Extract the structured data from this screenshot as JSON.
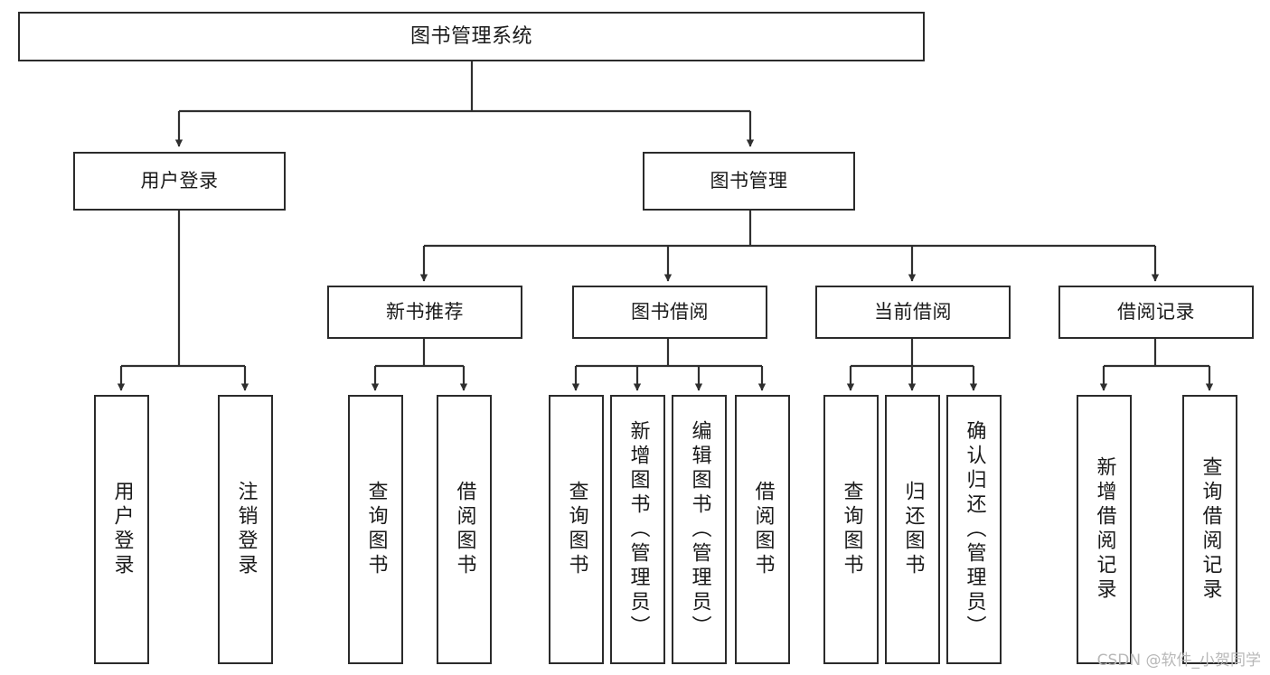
{
  "diagram": {
    "title": "图书管理系统",
    "type": "tree-hierarchy-chart",
    "watermark": "CSDN @软件_小贺同学",
    "colors": {
      "box_border": "#2b2b2b",
      "box_fill": "#ffffff",
      "edge": "#2f2f2f",
      "text": "#1a1a1a",
      "watermark": "#b8b8b8",
      "background": "#ffffff"
    }
  },
  "nodes": {
    "root": {
      "label": "图书管理系统"
    },
    "level2": [
      {
        "label": "用户登录"
      },
      {
        "label": "图书管理"
      }
    ],
    "level3": [
      {
        "label": "新书推荐"
      },
      {
        "label": "图书借阅"
      },
      {
        "label": "当前借阅"
      },
      {
        "label": "借阅记录"
      }
    ],
    "leaves": {
      "user_login": [
        {
          "label": "用户登录"
        },
        {
          "label": "注销登录"
        }
      ],
      "new_book_recommend": [
        {
          "label": "查询图书"
        },
        {
          "label": "借阅图书"
        }
      ],
      "book_borrow": [
        {
          "label": "查询图书"
        },
        {
          "label": "新增图书（管理员）"
        },
        {
          "label": "编辑图书（管理员）"
        },
        {
          "label": "借阅图书"
        }
      ],
      "current_borrow": [
        {
          "label": "查询图书"
        },
        {
          "label": "归还图书"
        },
        {
          "label": "确认归还（管理员）"
        }
      ],
      "borrow_record": [
        {
          "label": "新增借阅记录"
        },
        {
          "label": "查询借阅记录"
        }
      ]
    }
  }
}
